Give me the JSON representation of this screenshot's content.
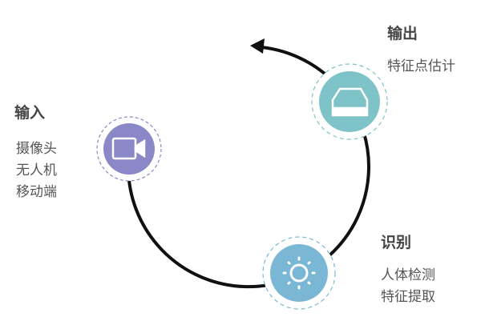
{
  "colors": {
    "input": "#8a88c6",
    "output": "#7ec3c8",
    "recognize": "#7ab7d4",
    "arc": "#111111"
  },
  "input": {
    "title": "输入",
    "items": [
      "摄像头",
      "无人机",
      "移动端"
    ],
    "icon": "video-camera-icon"
  },
  "output": {
    "title": "输出",
    "items": [
      "特征点估计"
    ],
    "icon": "drive-icon"
  },
  "recognize": {
    "title": "识别",
    "items": [
      "人体检测",
      "特征提取"
    ],
    "icon": "sun-icon"
  }
}
